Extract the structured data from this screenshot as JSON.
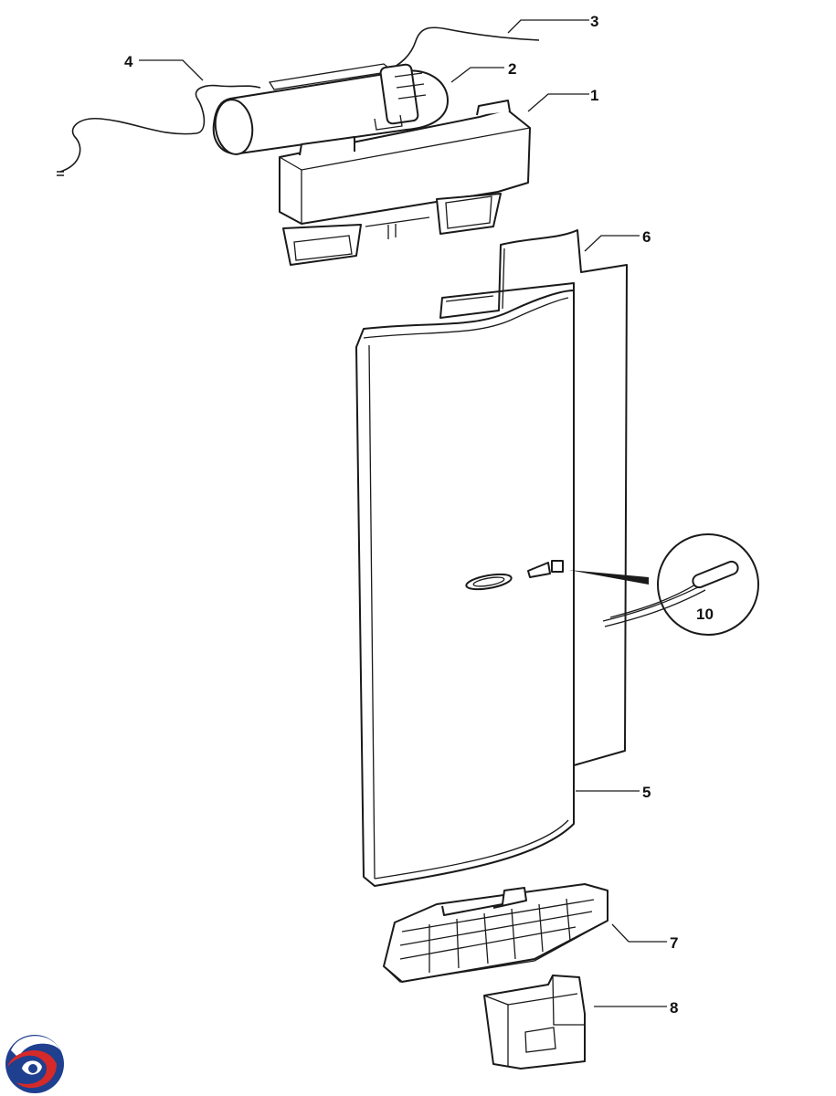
{
  "callouts": {
    "c1": "1",
    "c2": "2",
    "c3": "3",
    "c4": "4",
    "c5": "5",
    "c6": "6",
    "c7": "7",
    "c8": "8",
    "c10": "10"
  },
  "colors": {
    "line": "#1a1a1a",
    "logo_red": "#d42a2a",
    "logo_blue": "#1f3f8f"
  },
  "logo": {
    "icon": "swirl-logo-icon"
  }
}
